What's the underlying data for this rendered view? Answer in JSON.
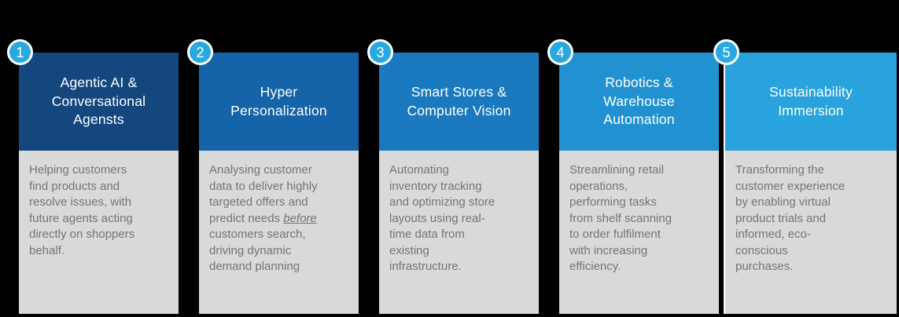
{
  "colors": {
    "background": "#000000",
    "card_body": "#D9D9D9",
    "body_text": "#757575",
    "title_text": "#FFFFFF",
    "badge_fill": "#29A9E1",
    "badge_ring": "#FFFFFF"
  },
  "cards": [
    {
      "number": "1",
      "title": "Agentic AI &\nConversational\nAgensts",
      "header_color": "#14477E",
      "body": "Helping customers\nfind products and\nresolve issues, with\nfuture agents acting\ndirectly on shoppers\nbehalf."
    },
    {
      "number": "2",
      "title": "Hyper\nPersonalization",
      "header_color": "#1563A8",
      "body": "Analysing customer\ndata to deliver highly\ntargeted offers and\npredict needs before\ncustomers search,\ndriving dynamic\ndemand planning",
      "emphasis_word": "before"
    },
    {
      "number": "3",
      "title": "Smart Stores &\nComputer Vision",
      "header_color": "#1B7ABF",
      "body": "Automating\ninventory tracking\nand optimizing store\nlayouts using real-\ntime data from\nexisting\ninfrastructure."
    },
    {
      "number": "4",
      "title": "Robotics &\nWarehouse\nAutomation",
      "header_color": "#2191D1",
      "body": "Streamlining retail\noperations,\nperforming tasks\nfrom shelf scanning\nto order fulfilment\nwith increasing\nefficiency."
    },
    {
      "number": "5",
      "title": "Sustainability\nImmersion",
      "header_color": "#29A3DD",
      "body": "Transforming the\ncustomer experience\nby enabling virtual\nproduct trials and\ninformed, eco-\nconscious\npurchases.",
      "white_left_edge": true
    }
  ]
}
